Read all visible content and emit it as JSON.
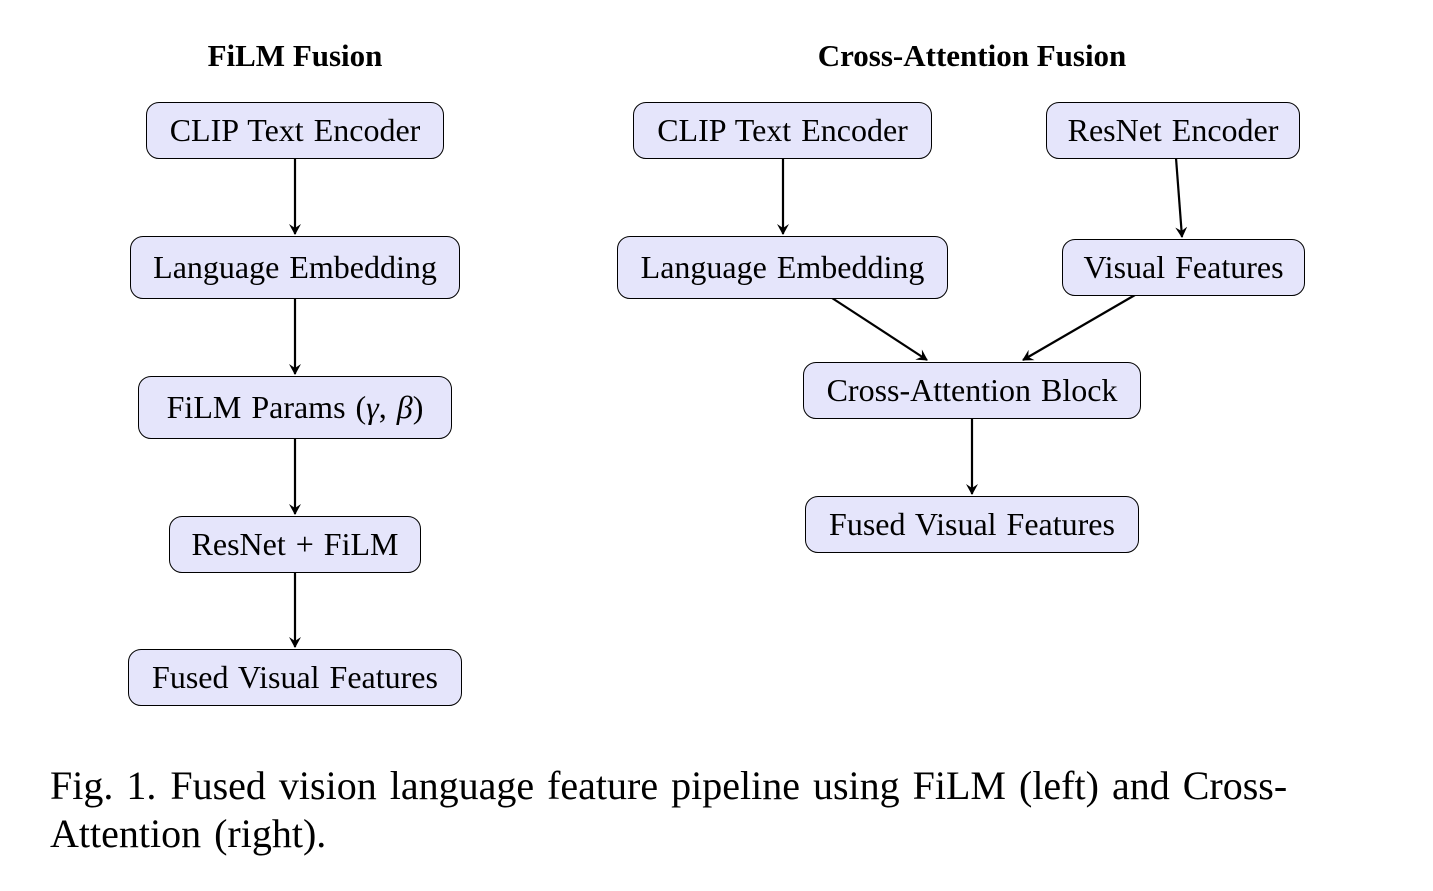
{
  "left_panel": {
    "title": "FiLM Fusion",
    "nodes": {
      "clip_text_encoder": "CLIP Text Encoder",
      "language_embedding": "Language Embedding",
      "film_params_prefix": "FiLM Params (",
      "film_params_gamma": "γ",
      "film_params_sep": ", ",
      "film_params_beta": "β",
      "film_params_suffix": ")",
      "resnet_film": "ResNet + FiLM",
      "fused_visual_features": "Fused Visual Features"
    }
  },
  "right_panel": {
    "title": "Cross-Attention Fusion",
    "nodes": {
      "clip_text_encoder": "CLIP Text Encoder",
      "resnet_encoder": "ResNet Encoder",
      "language_embedding": "Language Embedding",
      "visual_features": "Visual Features",
      "cross_attention_block": "Cross-Attention Block",
      "fused_visual_features": "Fused Visual Features"
    }
  },
  "caption": {
    "label": "Fig. 1.",
    "text_line1": "Fused vision language feature pipeline using FiLM (left) and Cross-",
    "text_line2": "Attention (right)."
  },
  "colors": {
    "node_fill": "#e5e5fb",
    "node_border": "#000000",
    "arrow": "#000000"
  }
}
